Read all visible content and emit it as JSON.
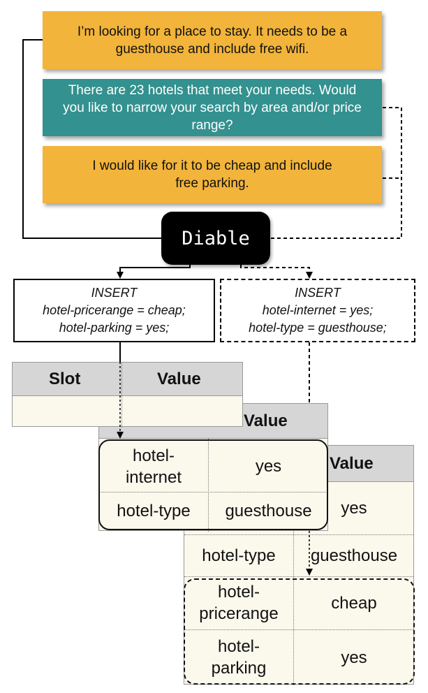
{
  "dialogue": {
    "user_turn_1": "I’m looking for a place to stay. It needs to be a guesthouse and include free wifi.",
    "system_turn": "There are 23 hotels that meet your needs. Would you like to narrow your search by area and/or price range?",
    "user_turn_2": "I would like for it to be cheap and include free parking."
  },
  "diable_label": "Diable",
  "insert_left": {
    "keyword": "INSERT",
    "lines": [
      "hotel-pricerange = cheap;",
      "hotel-parking = yes;"
    ]
  },
  "insert_right": {
    "keyword": "INSERT",
    "lines": [
      "hotel-internet = yes;",
      "hotel-type = guesthouse;"
    ]
  },
  "table_1": {
    "header_slot": "Slot",
    "header_value": "Value"
  },
  "table_2": {
    "header_value": "Value",
    "rows": [
      {
        "slot": "hotel-\ninternet",
        "value": "yes"
      },
      {
        "slot": "hotel-type",
        "value": "guesthouse"
      }
    ]
  },
  "table_3": {
    "header_value": "Value",
    "rows": [
      {
        "slot": "",
        "value": "yes"
      },
      {
        "slot": "hotel-type",
        "value": "guesthouse"
      },
      {
        "slot": "hotel-\npricerange",
        "value": "cheap"
      },
      {
        "slot": "hotel-\nparking",
        "value": "yes"
      }
    ]
  },
  "colors": {
    "user_bubble": "#f2b43a",
    "system_bubble": "#33918f",
    "table_header": "#d6d6d6",
    "table_body": "#fbf8ec"
  }
}
